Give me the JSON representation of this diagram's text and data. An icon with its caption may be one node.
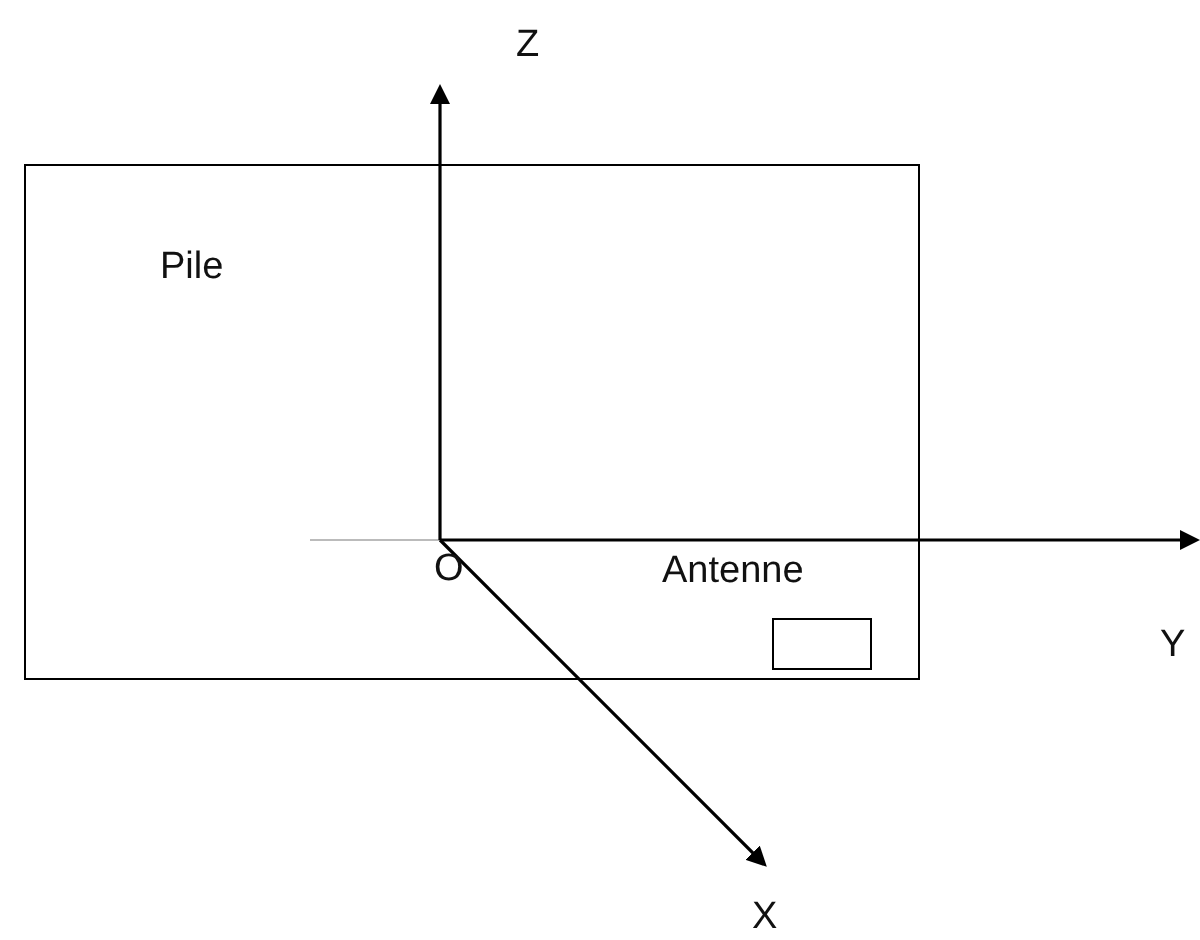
{
  "diagram": {
    "nodes": [
      {
        "text": [],
        "shape": "box"
      },
      {
        "text": [
          "Antenne"
        ],
        "in": 0
      }
    ],
    "edges": [],
    "labels": [
      "Z",
      "Pile",
      "O",
      "Y",
      "X"
    ]
  }
}
